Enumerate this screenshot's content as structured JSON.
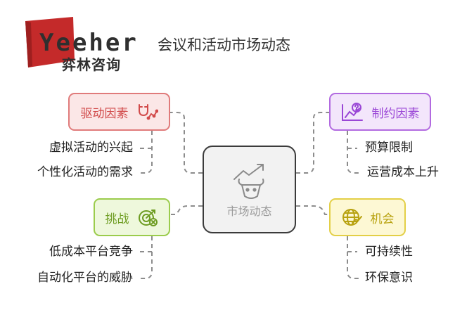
{
  "logo": {
    "wordmark": "Yeeher",
    "subtitle": "弈林咨询",
    "brand_color": "#c42a2a"
  },
  "title": "会议和活动市场动态",
  "center": {
    "label": "市场动态",
    "icon": "trend-bull-icon"
  },
  "drivers": {
    "label": "驱动因素",
    "icon": "magnet-trend-icon",
    "color": "#d14a4a",
    "items": [
      "虚拟活动的兴起",
      "个性化活动的需求"
    ]
  },
  "constraints": {
    "label": "制约因素",
    "icon": "question-chart-icon",
    "color": "#9a46d6",
    "items": [
      "预算限制",
      "运营成本上升"
    ]
  },
  "challenges": {
    "label": "挑战",
    "icon": "target-x-icon",
    "color": "#6d9c21",
    "items": [
      "低成本平台竞争",
      "自动化平台的威胁"
    ]
  },
  "opportunities": {
    "label": "机会",
    "icon": "globe-growth-icon",
    "color": "#b8a210",
    "items": [
      "可持续性",
      "环保意识"
    ]
  }
}
